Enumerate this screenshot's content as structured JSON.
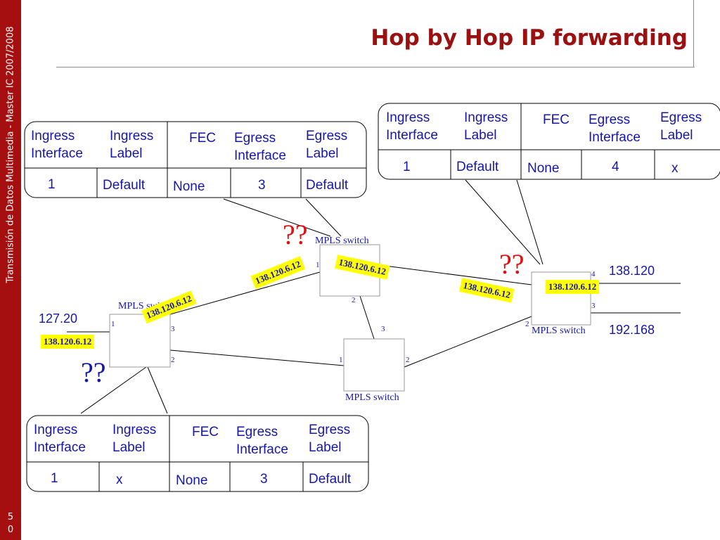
{
  "sidebar": {
    "text": "Transmisión de Datos Multimedia - Master IC 2007/2008",
    "page_digit_1": "5",
    "page_digit_2": "0"
  },
  "title": "Hop by Hop IP forwarding",
  "headers": {
    "ingress_interface": "Ingress\nInterface",
    "ingress_label": "Ingress\nLabel",
    "fec": "FEC",
    "egress_interface": "Egress\nInterface",
    "egress_label": "Egress\nLabel"
  },
  "tables": {
    "top_left": {
      "ingress_interface": "1",
      "ingress_label": "Default",
      "fec": "None",
      "egress_interface": "3",
      "egress_label": "Default"
    },
    "top_right": {
      "ingress_interface": "1",
      "ingress_label": "Default",
      "fec": "None",
      "egress_interface": "4",
      "egress_label": "x"
    },
    "bottom": {
      "ingress_interface": "1",
      "ingress_label": "x",
      "fec": "None",
      "egress_interface": "3",
      "egress_label": "Default"
    }
  },
  "switch_label": "MPLS switch",
  "switch_label_left": "MPLS swit",
  "ip": "138.120.6.12",
  "unknown_marker": "??",
  "networks": {
    "left": "127.20",
    "right_top": "138.120",
    "right_bottom": "192.168"
  },
  "ports": {
    "p1": "1",
    "p2": "2",
    "p3": "3",
    "p4": "4"
  },
  "colors": {
    "sidebar": "#a50f0f",
    "title": "#9b1010",
    "text_blue": "#1616a8",
    "ip_tag": "#ffff00",
    "qq_red": "#e01010",
    "qq_blue": "#1616a8"
  }
}
